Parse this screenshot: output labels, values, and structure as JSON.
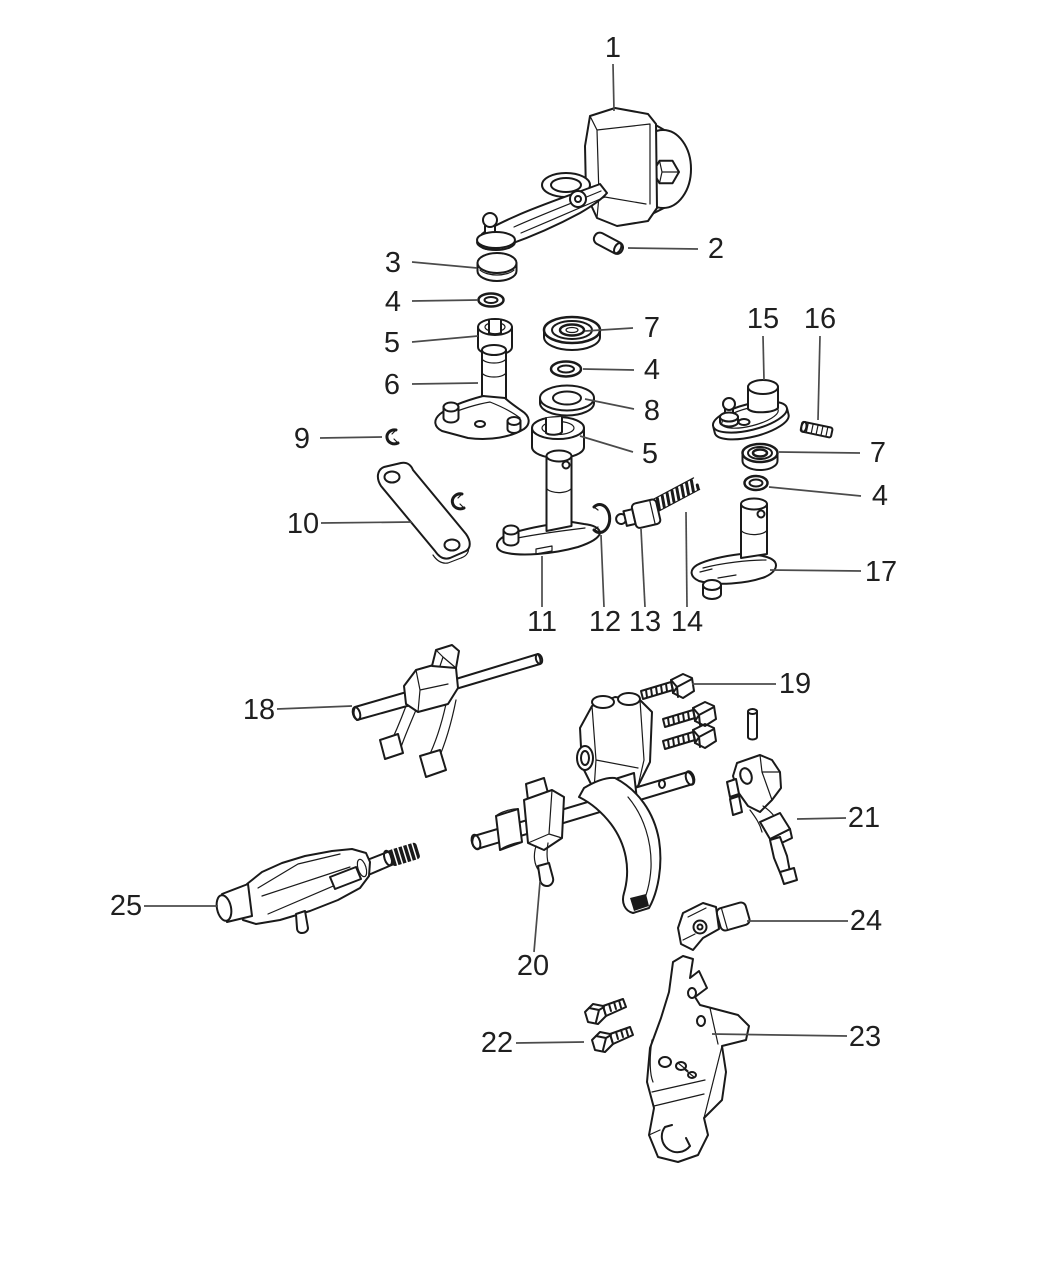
{
  "figure": {
    "type": "exploded-parts-diagram",
    "background_color": "#ffffff",
    "line_color": "#1a1a1a",
    "leader_color": "#4b4b4b",
    "label_color": "#1f1f1f"
  },
  "callouts": [
    {
      "n": "1"
    },
    {
      "n": "2"
    },
    {
      "n": "3"
    },
    {
      "n": "4"
    },
    {
      "n": "5"
    },
    {
      "n": "6"
    },
    {
      "n": "7"
    },
    {
      "n": "4"
    },
    {
      "n": "8"
    },
    {
      "n": "5"
    },
    {
      "n": "9"
    },
    {
      "n": "10"
    },
    {
      "n": "11"
    },
    {
      "n": "12"
    },
    {
      "n": "13"
    },
    {
      "n": "14"
    },
    {
      "n": "15"
    },
    {
      "n": "16"
    },
    {
      "n": "7"
    },
    {
      "n": "4"
    },
    {
      "n": "17"
    },
    {
      "n": "18"
    },
    {
      "n": "19"
    },
    {
      "n": "20"
    },
    {
      "n": "21"
    },
    {
      "n": "22"
    },
    {
      "n": "23"
    },
    {
      "n": "24"
    },
    {
      "n": "25"
    }
  ]
}
